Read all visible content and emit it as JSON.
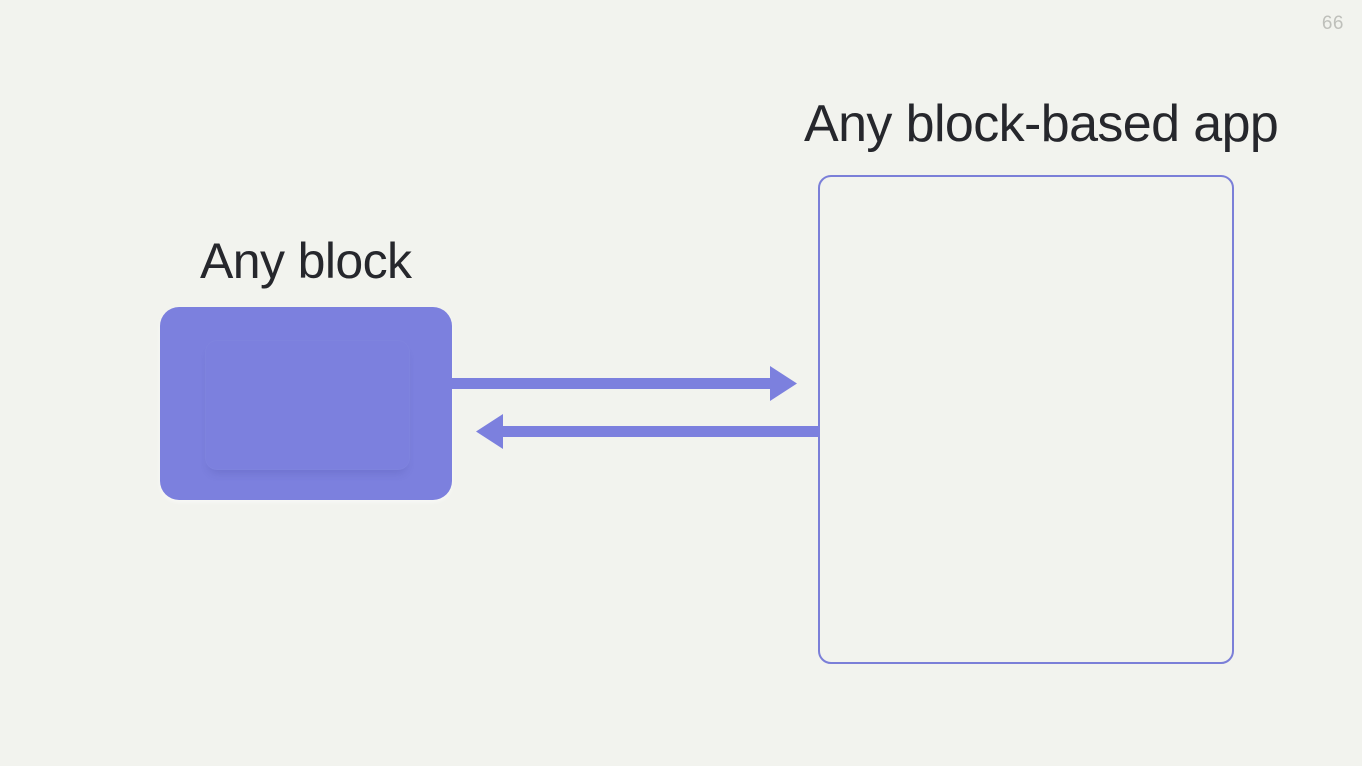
{
  "slide": {
    "page_number": "66",
    "background_color": "#F2F3EE",
    "accent_color": "#7C80DE",
    "outline_color": "#7B7FD8",
    "text_color": "#26272C",
    "page_number_color": "#BFC0BB"
  },
  "left": {
    "heading": "Any block",
    "block_label": "",
    "block_fill": "#7C80DE"
  },
  "right": {
    "heading": "Any block-based app",
    "frame_border_color": "#7B7FD8"
  },
  "connectors": [
    {
      "name": "block-to-app",
      "direction": "right",
      "label": "",
      "color": "#7C80DE"
    },
    {
      "name": "app-to-block",
      "direction": "left",
      "label": "",
      "color": "#7C80DE"
    }
  ]
}
